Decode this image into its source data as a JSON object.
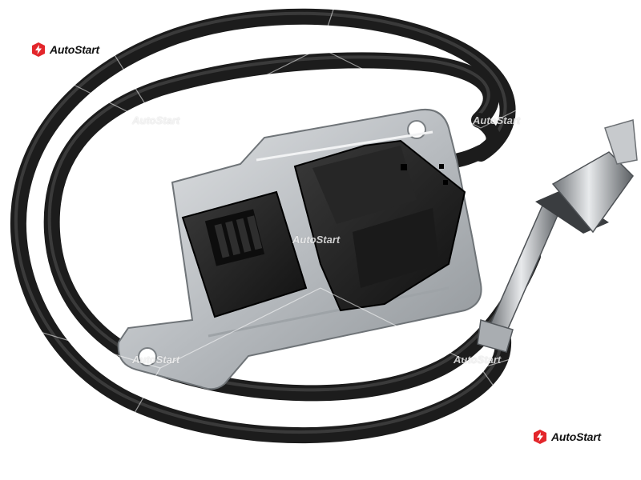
{
  "brand": {
    "name": "AutoStart",
    "accent_color": "#e3262b",
    "icon": "autostart-logo-icon"
  },
  "watermark": {
    "text": "AutoStart"
  },
  "product": {
    "subject": "nox-sensor",
    "icon_parts": [
      "wire-harness",
      "control-module",
      "connector-plug",
      "sensor-probe"
    ]
  }
}
